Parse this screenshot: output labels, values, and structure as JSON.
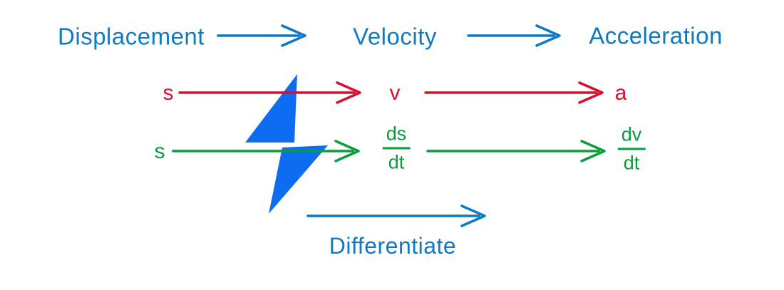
{
  "colors": {
    "background": "#ffffff",
    "blue": "#0f7ac2",
    "red": "#d90f2b",
    "green": "#0a9c3e",
    "bolt": "#0c6cf2"
  },
  "diagram": {
    "title_row": {
      "displacement": "Displacement",
      "velocity": "Velocity",
      "acceleration": "Acceleration"
    },
    "symbol_row": {
      "displacement_symbol": "s",
      "velocity_symbol": "v",
      "acceleration_symbol": "a"
    },
    "derivative_row": {
      "displacement_symbol": "s",
      "velocity_fraction": {
        "numerator": "ds",
        "denominator": "dt"
      },
      "acceleration_fraction": {
        "numerator": "dv",
        "denominator": "dt"
      }
    },
    "operation_label": "Differentiate"
  }
}
